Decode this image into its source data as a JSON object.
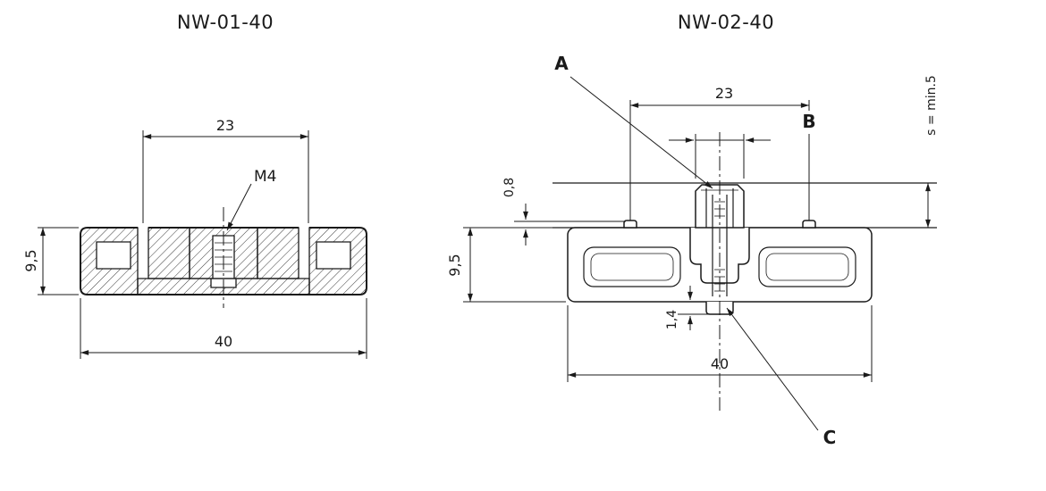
{
  "background": "#ffffff",
  "ink": "#1a1a1a",
  "left_view": {
    "title": "NW-01-40",
    "dims": {
      "slot_span": "23",
      "thread": "M4",
      "height": "9,5",
      "width": "40"
    }
  },
  "right_view": {
    "title": "NW-02-40",
    "labels": {
      "a": "A",
      "b": "B",
      "c": "C"
    },
    "dims": {
      "slot_span": "23",
      "panel": "s = min.5",
      "lip_gap": "0,8",
      "height": "9,5",
      "snap": "1,4",
      "width": "40"
    }
  }
}
